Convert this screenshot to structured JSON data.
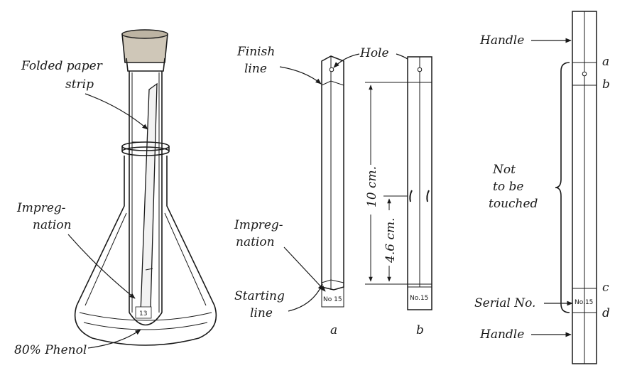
{
  "flask": {
    "label_strip": [
      "Folded paper",
      "strip"
    ],
    "label_impregnation": [
      "Impreg-",
      "nation"
    ],
    "label_phenol": "80% Phenol",
    "tube_number": "13"
  },
  "strip_a": {
    "label_finish": [
      "Finish",
      "line"
    ],
    "label_hole": "Hole",
    "label_impregnation": [
      "Impreg-",
      "nation"
    ],
    "label_starting": [
      "Starting",
      "line"
    ],
    "number": "No 15",
    "caption": "a"
  },
  "dimensions": {
    "total": "10 cm.",
    "partial": "4.6 cm."
  },
  "strip_b": {
    "number": "No.15",
    "caption": "b"
  },
  "strip_c": {
    "label_handle_top": "Handle",
    "label_not_touched": [
      "Not",
      "to be",
      "touched"
    ],
    "label_serial": "Serial No.",
    "label_handle_bottom": "Handle",
    "number": "No.15",
    "mark_a": "a",
    "mark_b": "b",
    "mark_c": "c",
    "mark_d": "d"
  }
}
